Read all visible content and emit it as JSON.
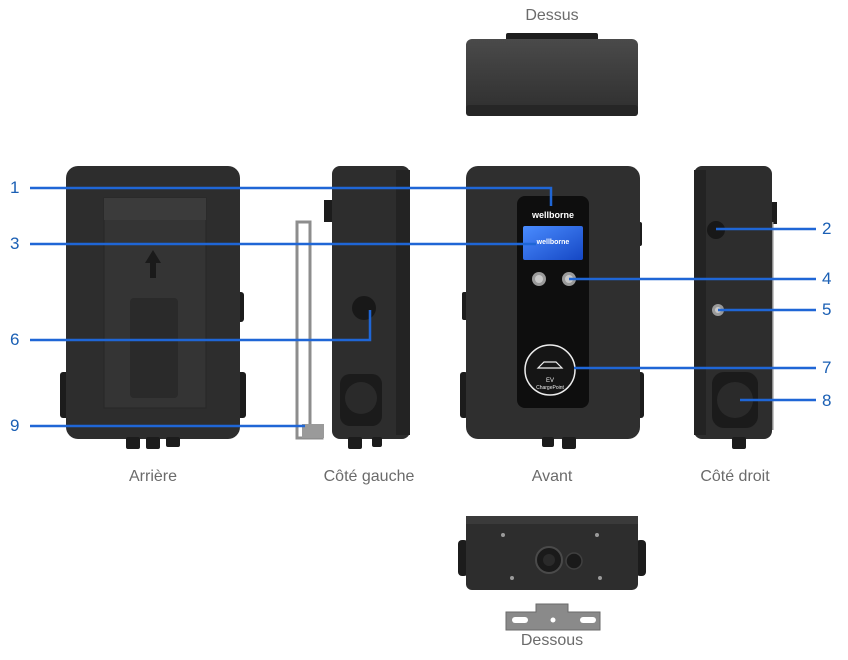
{
  "views": {
    "top": "Dessus",
    "back": "Arrière",
    "left_side": "Côté gauche",
    "front": "Avant",
    "right_side": "Côté droit",
    "bottom": "Dessous"
  },
  "callouts": [
    "1",
    "2",
    "3",
    "4",
    "5",
    "6",
    "7",
    "8",
    "9"
  ],
  "device": {
    "brand": "wellborne",
    "badge_line1": "EV",
    "badge_line2": "ChargePoint"
  },
  "colors": {
    "callout_blue": "#1f66d6",
    "body_dark": "#2b2b2b",
    "label_grey": "#6b6b6b"
  }
}
